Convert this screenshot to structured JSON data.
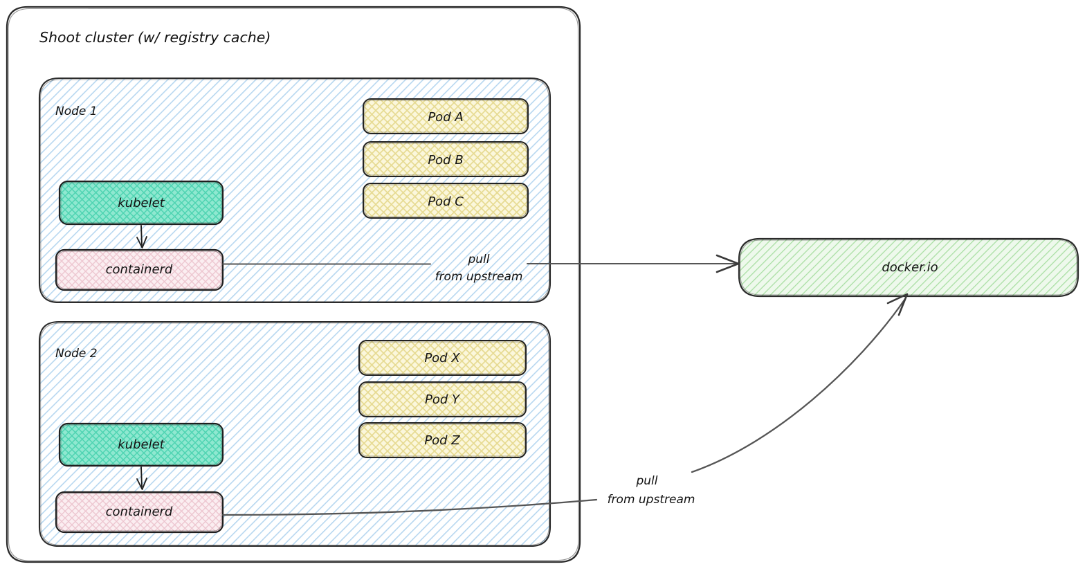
{
  "diagram": {
    "title": "Shoot cluster (w/ registry cache)",
    "background": "#ffffff",
    "stroke_color": "#2b2b2b",
    "edge_color": "#555555"
  },
  "cluster": {
    "label": "Shoot cluster (w/ registry cache)"
  },
  "nodes": [
    {
      "label": "Node 1",
      "fill": "#ffffff",
      "hatch_color": "#b7d7f0",
      "components": [
        {
          "label": "kubelet",
          "fill": "#6fdfc0",
          "hatch_color": "#3fc9a4"
        },
        {
          "label": "containerd",
          "fill": "#f8e3e8",
          "hatch_color": "#e8b9c4"
        }
      ],
      "pods": [
        {
          "label": "Pod A",
          "fill": "#f7f0c3",
          "hatch_color": "#e3d68a"
        },
        {
          "label": "Pod B",
          "fill": "#f7f0c3",
          "hatch_color": "#e3d68a"
        },
        {
          "label": "Pod C",
          "fill": "#f7f0c3",
          "hatch_color": "#e3d68a"
        }
      ]
    },
    {
      "label": "Node 2",
      "fill": "#ffffff",
      "hatch_color": "#b7d7f0",
      "components": [
        {
          "label": "kubelet",
          "fill": "#6fdfc0",
          "hatch_color": "#3fc9a4"
        },
        {
          "label": "containerd",
          "fill": "#f8e3e8",
          "hatch_color": "#e8b9c4"
        }
      ],
      "pods": [
        {
          "label": "Pod X",
          "fill": "#f7f0c3",
          "hatch_color": "#e3d68a"
        },
        {
          "label": "Pod Y",
          "fill": "#f7f0c3",
          "hatch_color": "#e3d68a"
        },
        {
          "label": "Pod Z",
          "fill": "#f7f0c3",
          "hatch_color": "#e3d68a"
        }
      ]
    }
  ],
  "registry": {
    "label": "docker.io",
    "fill": "#e6f6e4",
    "hatch_color": "#a8dba3"
  },
  "edges": [
    {
      "id": "node1-pull",
      "from": "containerd (Node 1)",
      "to": "docker.io",
      "label_line1": "pull",
      "label_line2": "from upstream"
    },
    {
      "id": "node2-pull",
      "from": "containerd (Node 2)",
      "to": "docker.io",
      "label_line1": "pull",
      "label_line2": "from upstream"
    },
    {
      "id": "node1-kubelet-containerd",
      "from": "kubelet (Node 1)",
      "to": "containerd (Node 1)",
      "label_line1": "",
      "label_line2": ""
    },
    {
      "id": "node2-kubelet-containerd",
      "from": "kubelet (Node 2)",
      "to": "containerd (Node 2)",
      "label_line1": "",
      "label_line2": ""
    }
  ]
}
